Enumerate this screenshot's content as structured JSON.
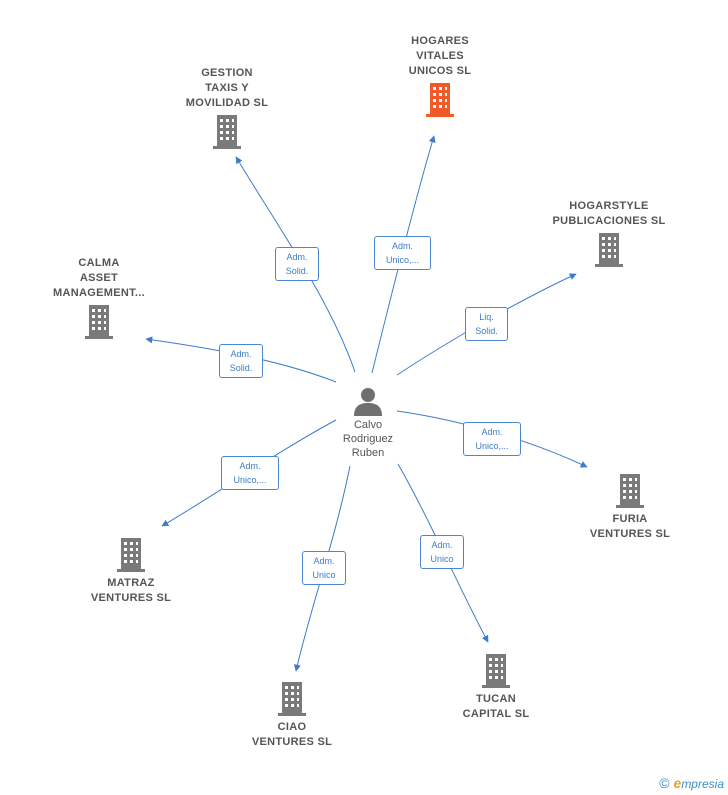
{
  "center": {
    "name": "Calvo\nRodriguez\nRuben",
    "icon": "person-icon"
  },
  "colors": {
    "main": "#f05a28",
    "company": "#7a7a7a",
    "edge": "#3d7cc9"
  },
  "companies": [
    {
      "id": "hogares",
      "name": "HOGARES\nVITALES\nUNICOS  SL",
      "role": "Adm.\nUnico,...",
      "main": true
    },
    {
      "id": "gestion",
      "name": "GESTION\nTAXIS Y\nMOVILIDAD  SL",
      "role": "Adm.\nSolid."
    },
    {
      "id": "hogarstyle",
      "name": "HOGARSTYLE\nPUBLICACIONES SL",
      "role": "Liq.\nSolid."
    },
    {
      "id": "calma",
      "name": "CALMA\nASSET\nMANAGEMENT...",
      "role": "Adm.\nSolid."
    },
    {
      "id": "furia",
      "name": "FURIA\nVENTURES  SL",
      "role": "Adm.\nUnico,..."
    },
    {
      "id": "matraz",
      "name": "MATRAZ\nVENTURES  SL",
      "role": "Adm.\nUnico,..."
    },
    {
      "id": "ciao",
      "name": "CIAO\nVENTURES  SL",
      "role": "Adm.\nUnico"
    },
    {
      "id": "tucan",
      "name": "TUCAN\nCAPITAL  SL",
      "role": "Adm.\nUnico"
    }
  ],
  "footer": {
    "copyright": "©",
    "brand_e": "e",
    "brand_rest": "mpresia"
  }
}
